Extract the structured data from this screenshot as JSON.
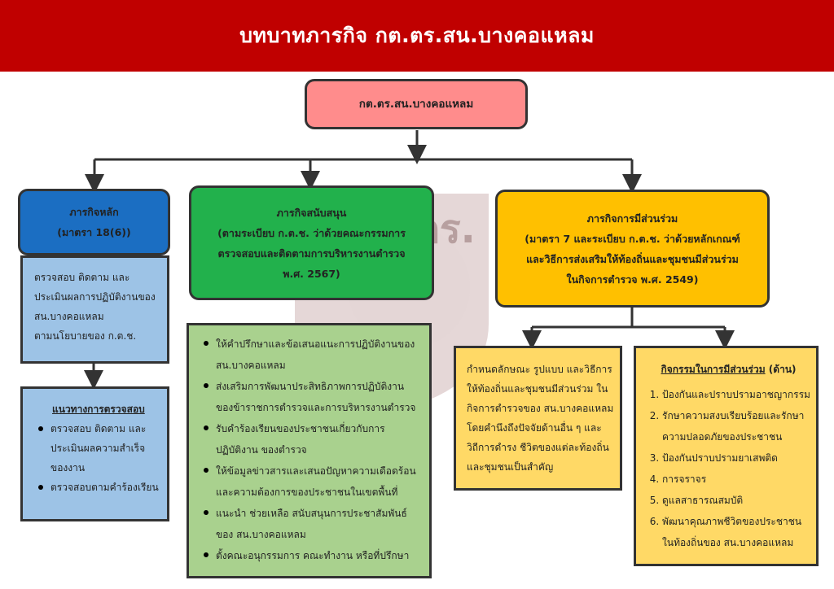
{
  "title": "บทบาทภารกิจ กต.ตร.สน.บางคอแหลม",
  "root": {
    "label": "กต.ตร.สน.บางคอแหลม"
  },
  "main_mission": {
    "header": [
      "ภารกิจหลัก",
      "(มาตรา 18(6))"
    ],
    "desc": [
      "ตรวจสอบ ติดตาม และ",
      "ประเมินผลการปฏิบัติงานของ",
      "สน.บางคอแหลม",
      "ตามนโยบายของ ก.ต.ช."
    ],
    "guideline_title": "แนวทางการตรวจสอบ",
    "guideline_items": [
      [
        "ตรวจสอบ ติดตาม และ",
        "ประเมินผลความสำเร็จ",
        "ของงาน"
      ],
      [
        "ตรวจสอบตามคำร้องเรียน"
      ]
    ]
  },
  "support_mission": {
    "header": [
      "ภารกิจสนับสนุน",
      "(ตามระเบียบ ก.ต.ช. ว่าด้วยคณะกรรมการ",
      "ตรวจสอบและติดตามการบริหารงานตำรวจ",
      "พ.ศ. 2567)"
    ],
    "items": [
      [
        "ให้คำปรึกษาและข้อเสนอแนะการปฏิบัติงานของ",
        "สน.บางคอแหลม"
      ],
      [
        "ส่งเสริมการพัฒนาประสิทธิภาพการปฏิบัติงาน",
        "ของข้าราชการตำรวจและการบริหารงานตำรวจ"
      ],
      [
        "รับคำร้องเรียนของประชาชนเกี่ยวกับการ",
        "ปฏิบัติงาน ของตำรวจ"
      ],
      [
        "ให้ข้อมูลข่าวสารและเสนอปัญหาความเดือดร้อน",
        "และความต้องการของประชาชนในเขตพื้นที่"
      ],
      [
        "แนะนำ ช่วยเหลือ สนับสนุนการประชาสัมพันธ์",
        "ของ สน.บางคอแหลม"
      ],
      [
        "ตั้งคณะอนุกรรมการ คณะทำงาน หรือที่ปรึกษา"
      ]
    ]
  },
  "participation_mission": {
    "header": [
      "ภารกิจการมีส่วนร่วม",
      "(มาตรา 7 และระเบียบ ก.ต.ช. ว่าด้วยหลักเกณฑ์",
      "และวิธีการส่งเสริมให้ท้องถิ่นและชุมชนมีส่วนร่วม",
      "ในกิจการตำรวจ พ.ศ. 2549)"
    ],
    "desc": [
      "กำหนดลักษณะ รูปแบบ และวิธีการ",
      "ให้ท้องถิ่นและชุมชนมีส่วนร่วม ใน",
      "กิจการตำรวจของ สน.บางคอแหลม",
      "โดยคำนึงถึงปัจจัยด้านอื่น ๆ และ",
      "วิถีการดำรง ชีวิตของแต่ละท้องถิ่น",
      "และชุมชนเป็นสำคัญ"
    ],
    "activities_title": "กิจกรรมในการมีส่วนร่วม",
    "activities_suffix": " (ด้าน)",
    "activities": [
      [
        "ป้องกันและปราบปรามอาชญากรรม"
      ],
      [
        "รักษาความสงบเรียบร้อยและรักษา",
        "ความปลอดภัยของประชาชน"
      ],
      [
        "ป้องกันปราบปรามยาเสพติด"
      ],
      [
        "การจราจร"
      ],
      [
        "ดูแลสาธารณสมบัติ"
      ],
      [
        "พัฒนาคุณภาพชีวิตของประชาชน",
        "ในท้องถิ่นของ สน.บางคอแหลม"
      ]
    ]
  },
  "colors": {
    "title_bg": "#c00000",
    "root_fill": "#ff8c8c",
    "main_fill": "#1b6ec2",
    "support_fill": "#22b14c",
    "participation_fill": "#ffc000",
    "blue_panel": "#9dc3e6",
    "green_panel": "#a9d18e",
    "yellow_panel": "#ffd966"
  }
}
